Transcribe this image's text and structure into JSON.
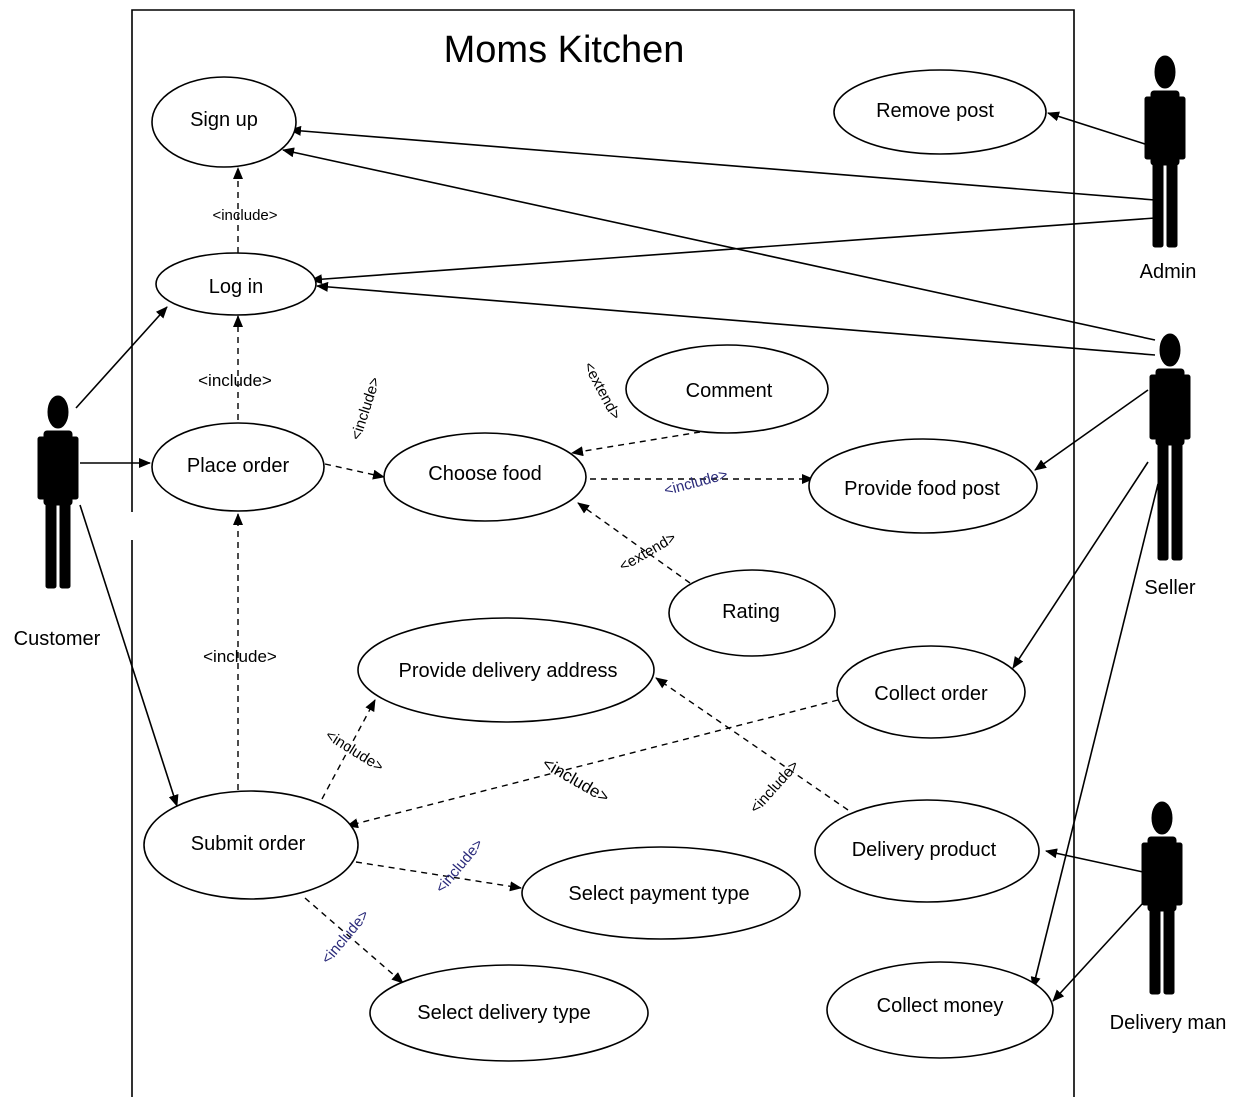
{
  "diagram": {
    "title": "Moms Kitchen",
    "actors": {
      "customer": "Customer",
      "admin": "Admin",
      "seller": "Seller",
      "delivery_man": "Delivery man"
    },
    "use_cases": {
      "sign_up": "Sign up",
      "log_in": "Log in",
      "place_order": "Place order",
      "choose_food": "Choose food",
      "comment": "Comment",
      "provide_food_post": "Provide food post",
      "rating": "Rating",
      "remove_post": "Remove post",
      "provide_delivery_address": "Provide delivery address",
      "collect_order": "Collect order",
      "submit_order": "Submit order",
      "delivery_product": "Delivery product",
      "select_payment_type": "Select payment type",
      "select_delivery_type": "Select delivery type",
      "collect_money": "Collect money"
    },
    "stereotypes": {
      "include": "<include>",
      "extend": "<extend>"
    }
  }
}
